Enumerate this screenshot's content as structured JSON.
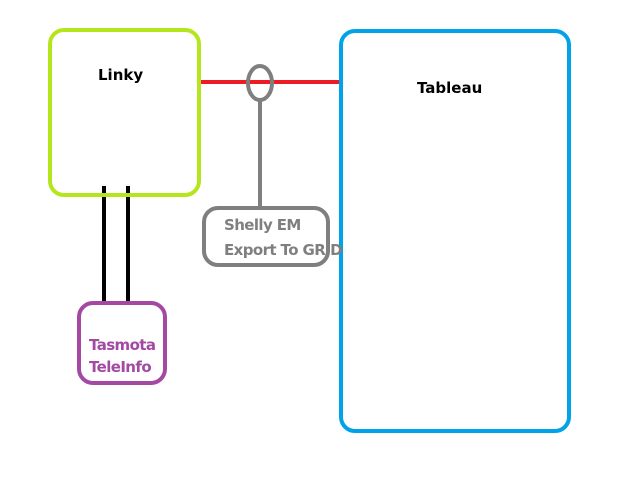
{
  "diagram": {
    "linky": {
      "label": "Linky",
      "color": "#b5e61d"
    },
    "tableau": {
      "label": "Tableau",
      "color": "#00a2e8"
    },
    "shelly": {
      "line1": "Shelly EM",
      "line2": "Export To GRID",
      "color": "#7f7f7f"
    },
    "tasmota": {
      "line1": "Tasmota",
      "line2": "TeleInfo",
      "color": "#a349a4"
    },
    "grid_line_color": "#ed1c24",
    "teleinfo_wire_color": "#000000"
  }
}
